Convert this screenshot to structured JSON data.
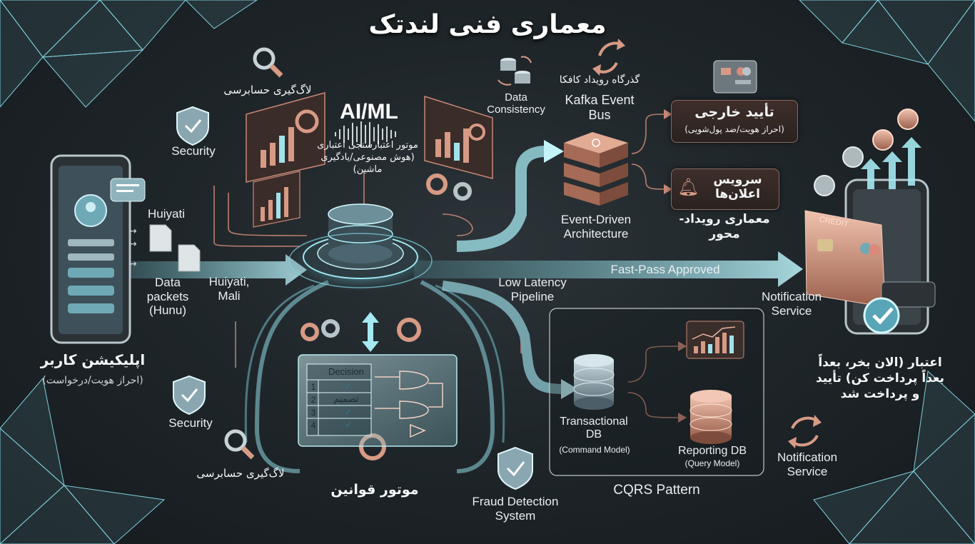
{
  "title": "معماری فنی لندتک",
  "labels": {
    "audit_logging_top": "لاگ‌گیری حسابرسی",
    "security_top": "Security",
    "aiml": "AI/ML",
    "ai_engine": "موتور اعتبارسنجی اعتباری (هوش مصنوعی/یادگیری ماشین)",
    "data_consistency": "Data Consistency",
    "kafka_fa": "گذرگاه رویداد کافکا",
    "kafka_en": "Kafka Event Bus",
    "external_verify": "تأیید خارجی",
    "external_verify_sub": "(احراز هویت/ضد پول‌شویی)",
    "notif_service_fa": "سرویس اعلان‌ها",
    "eda_fa": "معماری رویداد-محور",
    "eda_en": "Event-Driven Architecture",
    "huiyati": "Huiyati",
    "data_packets": "Data packets (Hunu)",
    "huiyati_mali": "Huiyati, Mali",
    "fast_pass": "Fast-Pass Approved",
    "low_latency": "Low Latency Pipeline",
    "notification_service_right": "Notification Service",
    "user_app": "اپلیکیشن کاربر",
    "user_app_sub": "(احراز هویت/درخواست)",
    "security_bottom": "Security",
    "audit_logging_bottom": "لاگ‌گیری حسابرسی",
    "rules_engine": "موتور قوانین",
    "decision_header": "Decision",
    "decision_row": "تصمیم",
    "rows": [
      "1",
      "2",
      "3",
      "4"
    ],
    "transactional_db": "Transactional DB",
    "command_model": "(Command Model)",
    "reporting_db": "Reporting DB",
    "query_model": "(Query Model)",
    "cqrs": "CQRS Pattern",
    "fraud_detection": "Fraud Detection System",
    "bnpl": "اعتبار (الان بخر، بعداً بعداً پرداخت کن) تأیید و پرداخت شد",
    "notification_service_bottom": "Notification Service",
    "credit_card": "CREDIT"
  },
  "colors": {
    "accent_cyan": "#8fe6f2",
    "copper": "#d79a85",
    "dark_bg": "#1b2024"
  },
  "icons": [
    "magnifier-icon",
    "shield-icon",
    "gear-icon",
    "database-icon",
    "bell-icon",
    "card-icon",
    "coin-icon",
    "sync-icon",
    "chart-icon",
    "document-icon",
    "phone-icon"
  ]
}
